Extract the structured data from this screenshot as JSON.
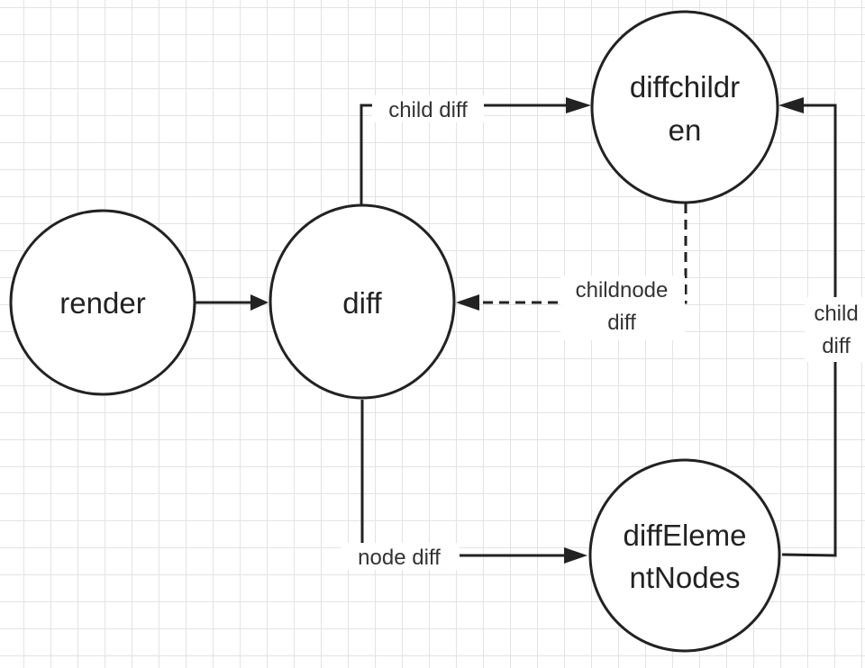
{
  "nodes": {
    "render": {
      "label": "render"
    },
    "diff": {
      "label": "diff"
    },
    "diffchildren": {
      "line1": "diffchildr",
      "line2": "en"
    },
    "diffelementnodes": {
      "line1": "diffEleme",
      "line2": "ntNodes"
    }
  },
  "edges": {
    "diff_to_diffchildren": {
      "label": "child diff"
    },
    "diffchildren_to_diff": {
      "line1": "childnode",
      "line2": "diff"
    },
    "diff_to_diffelementnodes": {
      "label": "node diff"
    },
    "diffelementnodes_to_diffchildren": {
      "line1": "child",
      "line2": "diff"
    }
  }
}
